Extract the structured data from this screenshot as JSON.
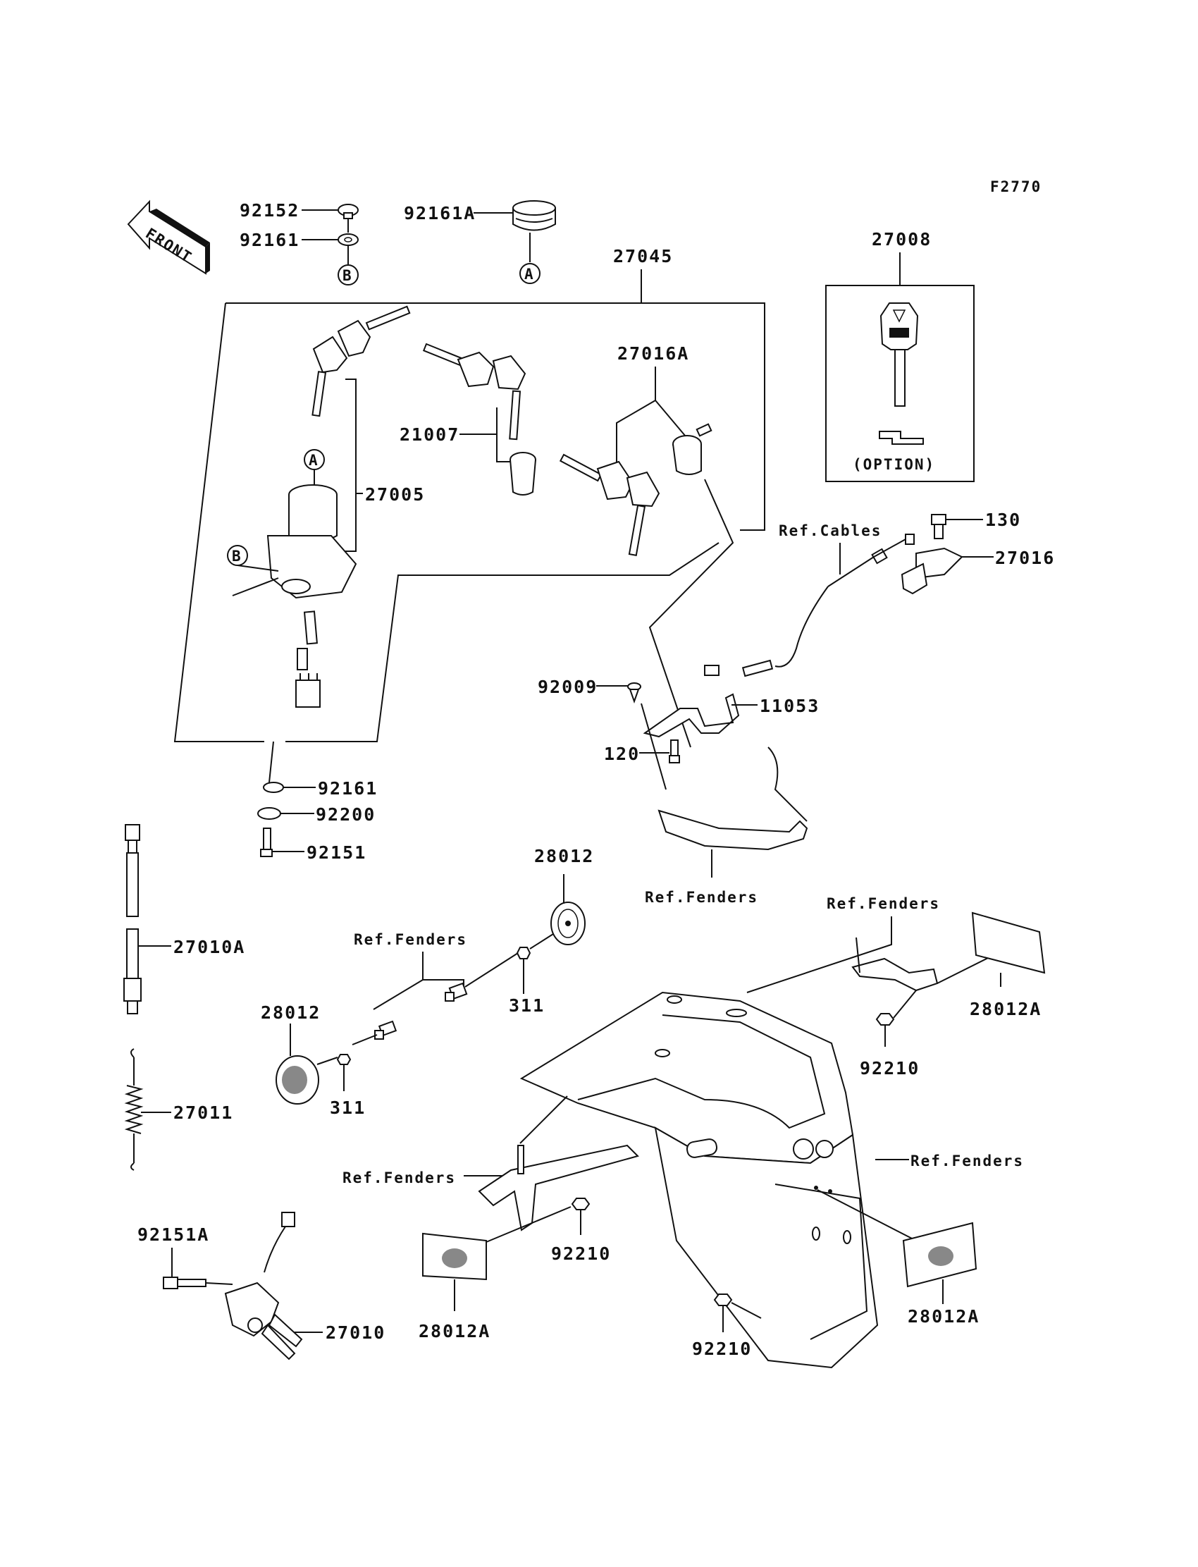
{
  "diagram": {
    "figure_code": "F2770",
    "front_arrow": "FRONT",
    "option_note": "(OPTION)",
    "callouts": [
      {
        "id": "92152",
        "text": "92152"
      },
      {
        "id": "92161-top",
        "text": "92161"
      },
      {
        "id": "92161A",
        "text": "92161A"
      },
      {
        "id": "27045",
        "text": "27045"
      },
      {
        "id": "27008",
        "text": "27008"
      },
      {
        "id": "27016A",
        "text": "27016A"
      },
      {
        "id": "21007",
        "text": "21007"
      },
      {
        "id": "27005",
        "text": "27005"
      },
      {
        "id": "ref-cables",
        "text": "Ref.Cables"
      },
      {
        "id": "130",
        "text": "130"
      },
      {
        "id": "27016",
        "text": "27016"
      },
      {
        "id": "92009",
        "text": "92009"
      },
      {
        "id": "11053",
        "text": "11053"
      },
      {
        "id": "120",
        "text": "120"
      },
      {
        "id": "92161-bottom",
        "text": "92161"
      },
      {
        "id": "92200",
        "text": "92200"
      },
      {
        "id": "92151",
        "text": "92151"
      },
      {
        "id": "28012-top",
        "text": "28012"
      },
      {
        "id": "ref-fenders-1",
        "text": "Ref.Fenders"
      },
      {
        "id": "ref-fenders-2",
        "text": "Ref.Fenders"
      },
      {
        "id": "ref-fenders-3",
        "text": "Ref.Fenders"
      },
      {
        "id": "27010A",
        "text": "27010A"
      },
      {
        "id": "28012-left",
        "text": "28012"
      },
      {
        "id": "311-a",
        "text": "311"
      },
      {
        "id": "311-b",
        "text": "311"
      },
      {
        "id": "28012A-right",
        "text": "28012A"
      },
      {
        "id": "92210-right",
        "text": "92210"
      },
      {
        "id": "27011",
        "text": "27011"
      },
      {
        "id": "ref-fenders-4",
        "text": "Ref.Fenders"
      },
      {
        "id": "ref-fenders-5",
        "text": "Ref.Fenders"
      },
      {
        "id": "92151A",
        "text": "92151A"
      },
      {
        "id": "92210-mid",
        "text": "92210"
      },
      {
        "id": "28012A-left",
        "text": "28012A"
      },
      {
        "id": "28012A-bottom-right",
        "text": "28012A"
      },
      {
        "id": "27010",
        "text": "27010"
      },
      {
        "id": "92210-bottom",
        "text": "92210"
      }
    ],
    "reference_markers": {
      "a": "A",
      "b": "B"
    }
  }
}
